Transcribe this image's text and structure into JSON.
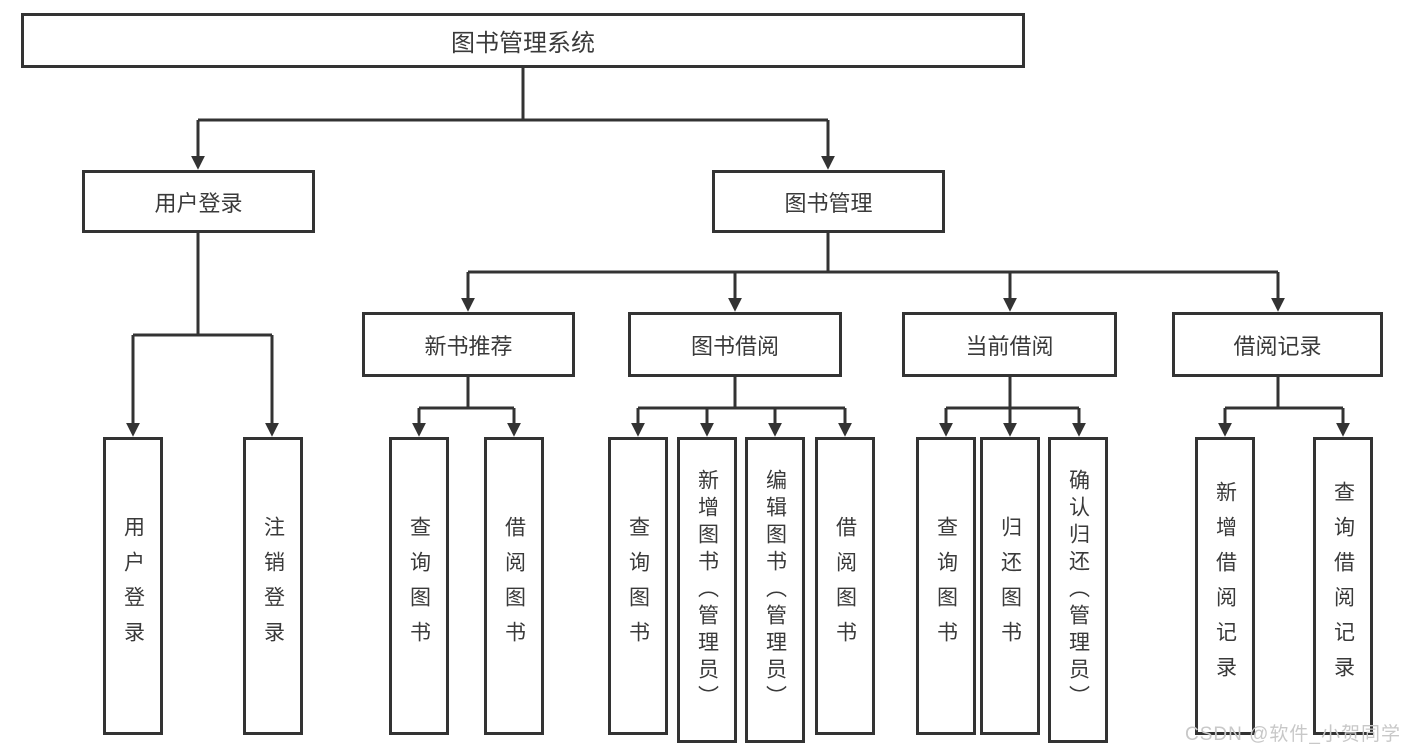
{
  "title": "图书管理系统",
  "tree": {
    "root": {
      "label": "图书管理系统"
    },
    "branches": [
      {
        "label": "用户登录",
        "leaves": [
          "用户登录",
          "注销登录"
        ]
      },
      {
        "label": "图书管理",
        "children": [
          {
            "label": "新书推荐",
            "leaves": [
              "查询图书",
              "借阅图书"
            ]
          },
          {
            "label": "图书借阅",
            "leaves": [
              "查询图书",
              "新增图书（管理员）",
              "编辑图书（管理员）",
              "借阅图书"
            ]
          },
          {
            "label": "当前借阅",
            "leaves": [
              "查询图书",
              "归还图书",
              "确认归还（管理员）"
            ]
          },
          {
            "label": "借阅记录",
            "leaves": [
              "新增借阅记录",
              "查询借阅记录"
            ]
          }
        ]
      }
    ]
  },
  "watermark": {
    "text": "CSDN @软件_小贺同学"
  },
  "colors": {
    "line": "#333333",
    "text": "#3a3a3a",
    "watermark": "#c8c8c8",
    "background": "#ffffff"
  }
}
